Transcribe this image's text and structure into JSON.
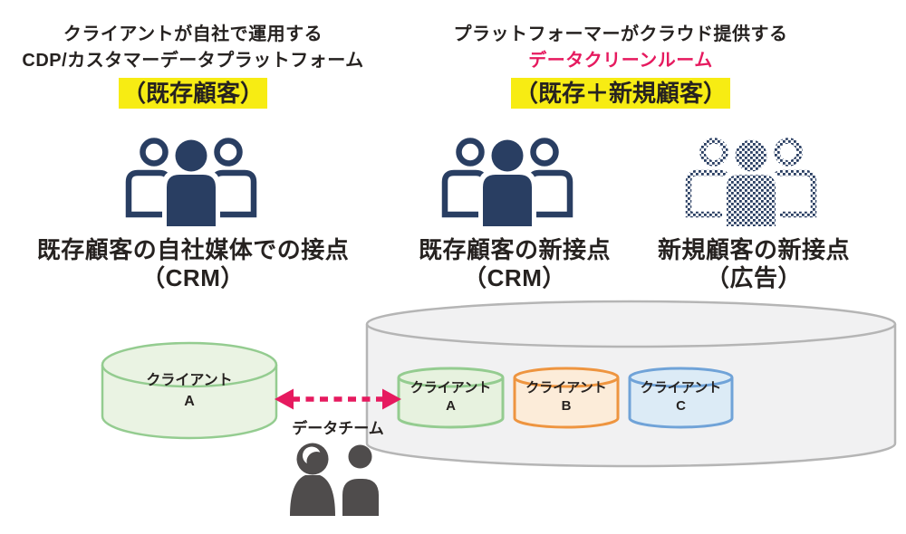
{
  "header_left": {
    "line1": "クライアントが自社で運用する",
    "line2": "CDP/カスタマーデータプラットフォーム",
    "highlight": "（既存顧客）"
  },
  "header_right": {
    "line1": "プラットフォーマーがクラウド提供する",
    "line2": "データクリーンルーム",
    "highlight": "（既存＋新規顧客）"
  },
  "groups": [
    {
      "icon": "people-group-solid-icon",
      "label_line1": "既存顧客の自社媒体での接点",
      "label_line2": "（CRM）"
    },
    {
      "icon": "people-group-solid-icon",
      "label_line1": "既存顧客の新接点",
      "label_line2": "（CRM）"
    },
    {
      "icon": "people-group-dotted-icon",
      "label_line1": "新規顧客の新接点",
      "label_line2": "（広告）"
    }
  ],
  "client_cylinder": {
    "line1": "クライアント",
    "line2": "A"
  },
  "clean_room": {
    "cylinders": [
      {
        "line1": "クライアント",
        "line2": "A",
        "color": "#94cc90"
      },
      {
        "line1": "クライアント",
        "line2": "B",
        "color": "#ee9540"
      },
      {
        "line1": "クライアント",
        "line2": "C",
        "color": "#70a3d8"
      }
    ]
  },
  "data_team": {
    "label": "データチーム",
    "icon": "two-people-silhouette-icon"
  },
  "colors": {
    "people_navy": "#293e62",
    "accent_pink": "#e61a5f",
    "highlight_yellow": "#f7ec13",
    "green_fill": "#eaf3e3",
    "green_stroke": "#94cc90",
    "orange_fill": "#fcecd9",
    "orange_stroke": "#ee9540",
    "blue_fill": "#dcebf6",
    "blue_stroke": "#70a3d8",
    "gray_fill": "#f1f1f2",
    "gray_stroke": "#b5b5b5",
    "silhouette_gray": "#4f4c4c",
    "text": "#262220"
  }
}
